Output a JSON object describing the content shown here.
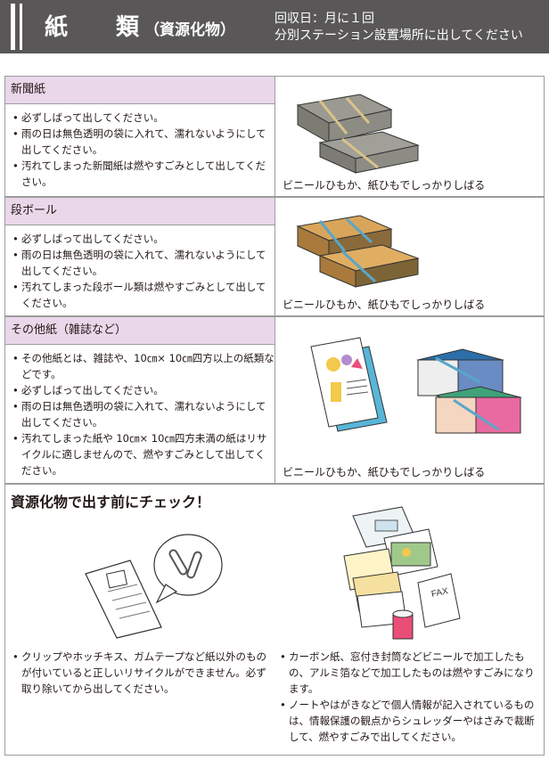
{
  "header": {
    "title": "紙　類",
    "subtitle": "（資源化物）",
    "schedule": "回収日：月に１回",
    "location": "分別ステーション設置場所に出してください"
  },
  "sections": [
    {
      "category": "新聞紙",
      "items": [
        "必ずしばって出してください。",
        "雨の日は無色透明の袋に入れて、濡れないようにして出してください。",
        "汚れてしまった新聞紙は燃やすごみとして出してください。"
      ],
      "caption": "ビニールひもか、紙ひもでしっかりしばる"
    },
    {
      "category": "段ボール",
      "items": [
        "必ずしばって出してください。",
        "雨の日は無色透明の袋に入れて、濡れないようにして出してください。",
        "汚れてしまった段ボール類は燃やすごみとして出してください。"
      ],
      "caption": "ビニールひもか、紙ひもでしっかりしばる"
    },
    {
      "category": "その他紙（雑誌など）",
      "items": [
        "その他紙とは、雑誌や、10㎝× 10㎝四方以上の紙類などです。",
        "必ずしばって出してください。",
        "雨の日は無色透明の袋に入れて、濡れないようにして出してください。",
        "汚れてしまった紙や 10㎝× 10㎝四方未満の紙はリサイクルに適しませんので、燃やすごみとして出してください。"
      ],
      "caption": "ビニールひもか、紙ひもでしっかりしばる"
    }
  ],
  "check": {
    "heading": "資源化物で出す前にチェック！",
    "left_items": [
      "クリップやホッチキス、ガムテープなど紙以外のものが付いていると正しいリサイクルができません。必ず取り除いてから出してください。"
    ],
    "right_items": [
      "カーボン紙、窓付き封筒などビニールで加工したもの、アルミ箔などで加工したものは燃やすごみになります。",
      "ノートやはがきなどで個人情報が記入されているものは、情報保護の観点からシュレッダーやはさみで裁断して、燃やすごみで出してください。"
    ],
    "fax_label": "FAX"
  },
  "colors": {
    "header_bg": "#595757",
    "category_bg": "#ead7ea"
  },
  "icons": [
    "newspaper-bundle-icon",
    "cardboard-bundle-icon",
    "magazine-bundle-icon",
    "clip-paper-icon",
    "non-recyclable-paper-icon"
  ]
}
